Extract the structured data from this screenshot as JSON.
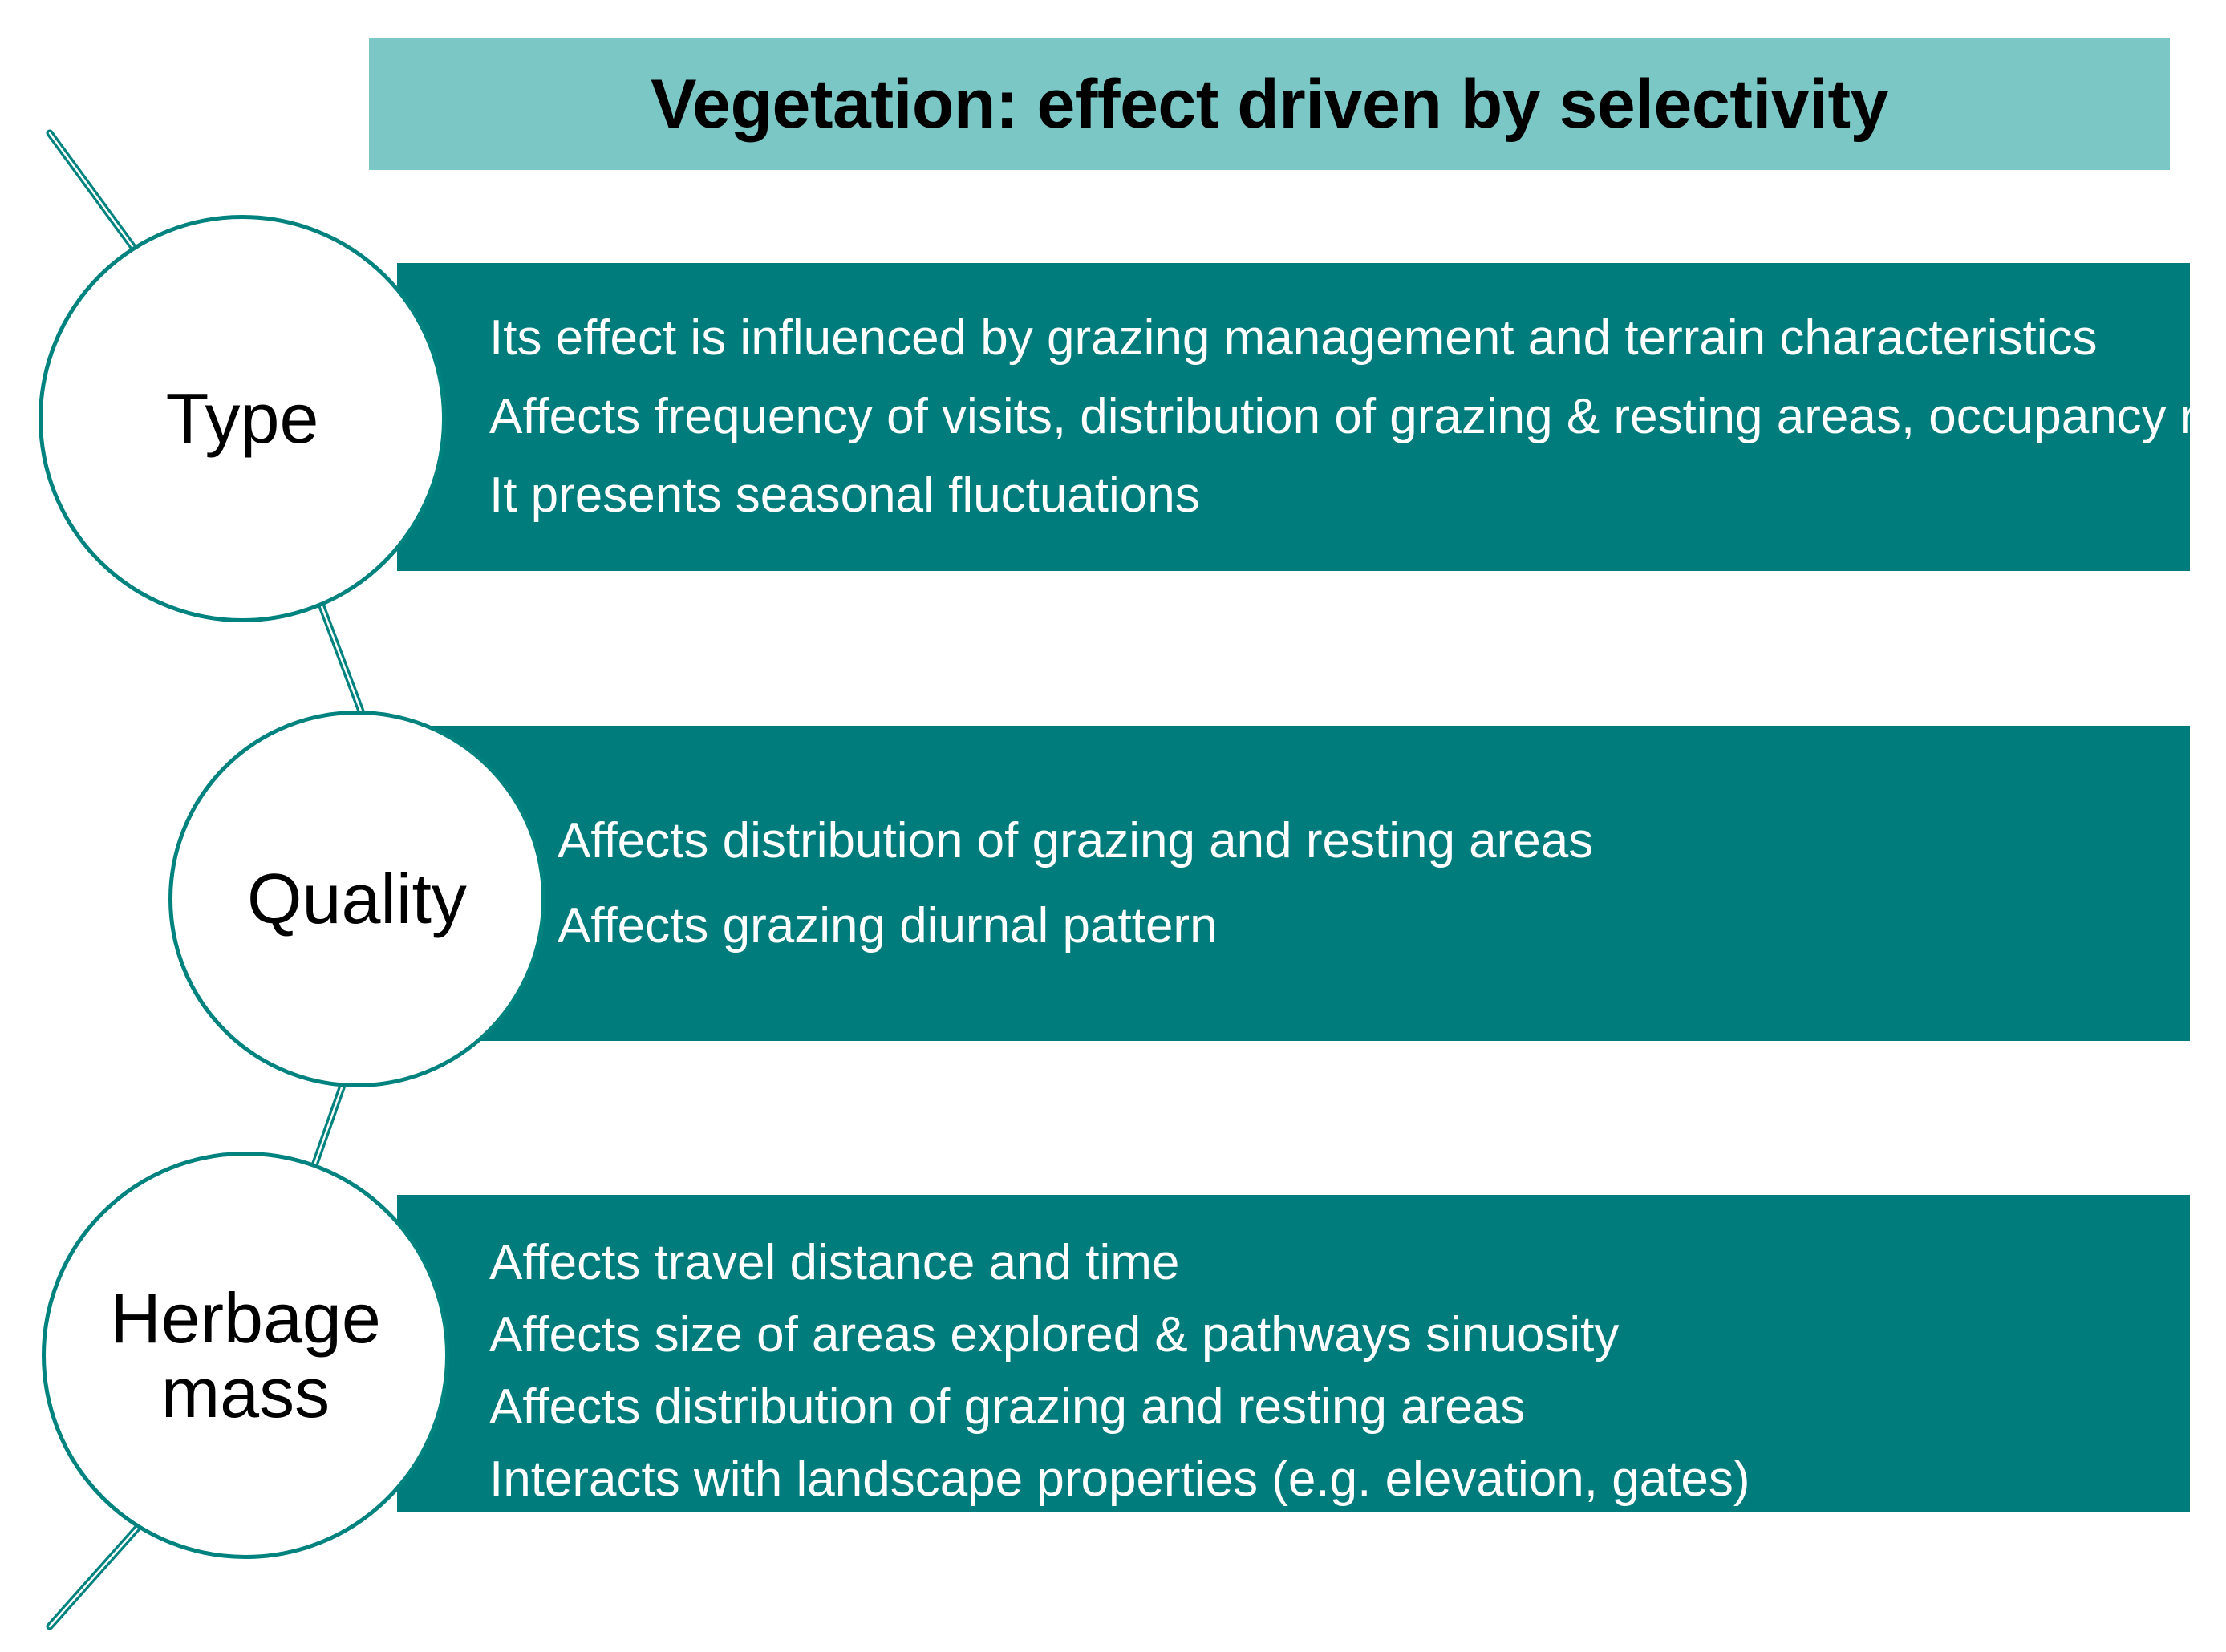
{
  "title": {
    "text": "Vegetation: effect driven by selectivity",
    "banner_color": "#7ac7c6",
    "text_color": "#000000"
  },
  "theme": {
    "bar_color": "#007c7c",
    "circle_outline_color": "#00827f",
    "circle_fill_color": "#ffffff",
    "bar_text_color": "#ffffff",
    "connector_color": "#00827f",
    "background": "#ffffff"
  },
  "nodes": [
    {
      "label": "Type",
      "lines": [
        "Its effect is influenced by grazing management and terrain characteristics",
        "Affects frequency of visits, distribution of grazing & resting areas, occupancy rate",
        "It presents seasonal fluctuations"
      ]
    },
    {
      "label": "Quality",
      "lines": [
        "Affects distribution of grazing and resting areas",
        "Affects grazing diurnal pattern"
      ]
    },
    {
      "label_line_1": "Herbage",
      "label_line_2": "mass",
      "lines": [
        "Affects travel distance and time",
        "Affects size of areas explored &  pathways sinuosity",
        "Affects distribution of grazing and resting areas",
        "Interacts with landscape properties (e.g. elevation, gates)"
      ]
    }
  ]
}
